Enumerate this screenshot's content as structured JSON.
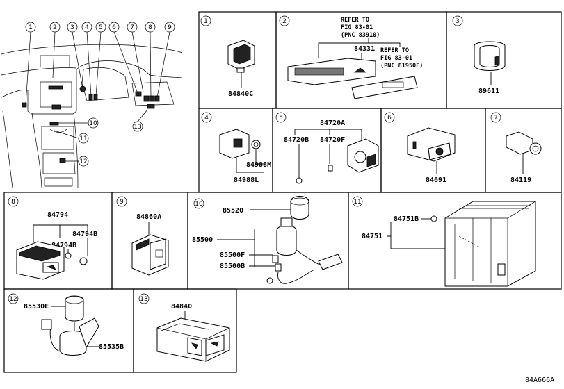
{
  "diagram_code": "84A666A",
  "overview": {
    "callouts": [
      "1",
      "2",
      "3",
      "4",
      "5",
      "6",
      "7",
      "8",
      "9",
      "10",
      "11",
      "12",
      "13"
    ]
  },
  "panels": [
    {
      "id": "1",
      "parts": [
        "84840C"
      ]
    },
    {
      "id": "2",
      "parts": [
        "84331"
      ],
      "refs": [
        "REFER TO",
        "FIG 83-01",
        "(PNC 83910)",
        "REFER TO",
        "FIG 83-01",
        "(PNC 81950F)"
      ]
    },
    {
      "id": "3",
      "parts": [
        "89611"
      ]
    },
    {
      "id": "4",
      "parts": [
        "84988M",
        "84988L"
      ]
    },
    {
      "id": "5",
      "parts": [
        "84720A",
        "84720B",
        "84720F"
      ]
    },
    {
      "id": "6",
      "parts": [
        "84091"
      ]
    },
    {
      "id": "7",
      "parts": [
        "84119"
      ]
    },
    {
      "id": "8",
      "parts": [
        "84794",
        "84794B",
        "84794B"
      ]
    },
    {
      "id": "9",
      "parts": [
        "84860A"
      ]
    },
    {
      "id": "10",
      "parts": [
        "85520",
        "85500",
        "85500F",
        "85500B"
      ]
    },
    {
      "id": "11",
      "parts": [
        "84751B",
        "84751"
      ]
    },
    {
      "id": "12",
      "parts": [
        "85530E",
        "85535B"
      ]
    },
    {
      "id": "13",
      "parts": [
        "84840"
      ]
    }
  ]
}
